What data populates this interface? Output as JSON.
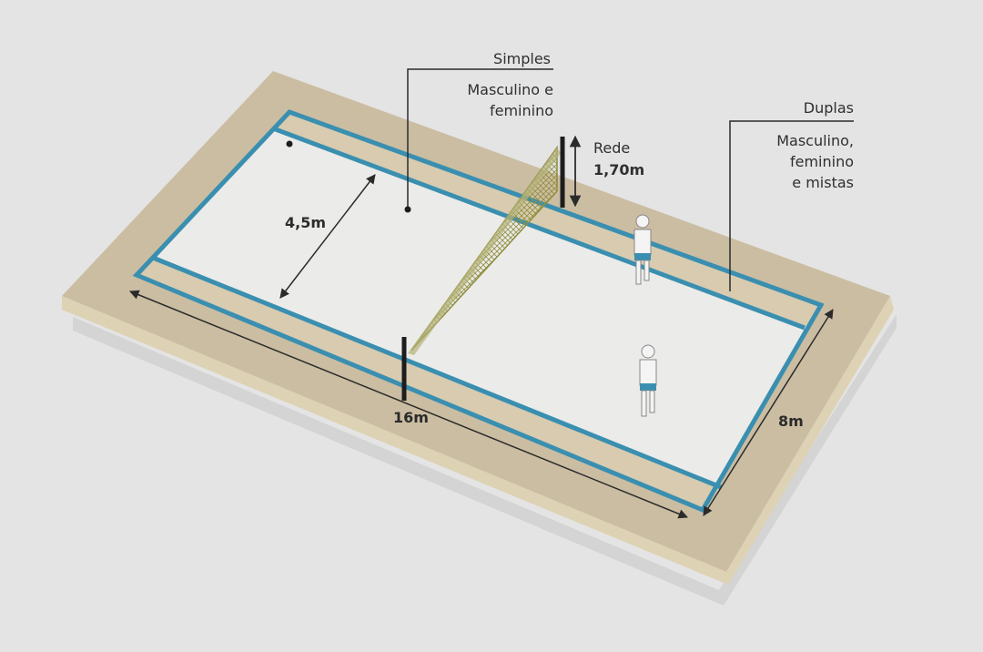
{
  "labels": {
    "simples_title": "Simples",
    "simples_line1": "Masculino e",
    "simples_line2": "feminino",
    "duplas_title": "Duplas",
    "duplas_line1": "Masculino,",
    "duplas_line2": "feminino",
    "duplas_line3": "e mistas",
    "rede_title": "Rede",
    "rede_height": "1,70m"
  },
  "dimensions": {
    "length": "16m",
    "width": "8m",
    "half_court": "4,5m"
  },
  "colors": {
    "background": "#e4e4e4",
    "platform_top": "#cbbda2",
    "platform_side": "#ddd2b4",
    "court_surface": "#ebebe9",
    "lines": "#3a8fb0",
    "net": "#9c9a4a",
    "annotation": "#2b2b2b"
  }
}
